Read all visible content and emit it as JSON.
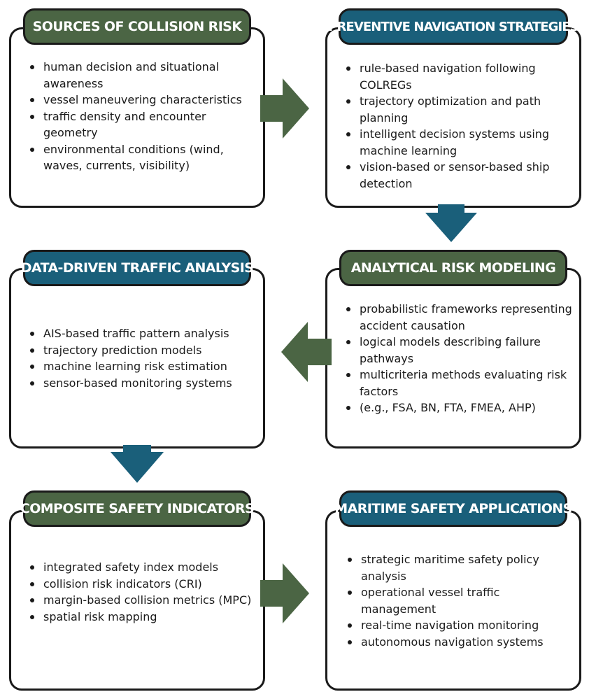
{
  "colors": {
    "green": "#4b6544",
    "blue": "#1a5f7a",
    "border": "#1a1a1a"
  },
  "boxes": [
    {
      "title": "SOURCES OF COLLISION RISK",
      "items": [
        "human decision and situational awareness",
        "vessel maneuvering characteristics",
        "traffic density and encounter geometry",
        "environmental conditions (wind, waves, currents, visibility)"
      ]
    },
    {
      "title": "PREVENTIVE NAVIGATION STRATEGIES",
      "items": [
        "rule-based navigation following COLREGs",
        "trajectory optimization and path planning",
        "intelligent decision systems using machine learning",
        "vision-based or sensor-based ship detection"
      ]
    },
    {
      "title": "ANALYTICAL RISK MODELING",
      "items": [
        "probabilistic frameworks representing accident causation",
        "logical models describing failure pathways",
        "multicriteria methods evaluating risk factors",
        "(e.g., FSA, BN, FTA, FMEA, AHP)"
      ]
    },
    {
      "title": "DATA-DRIVEN TRAFFIC ANALYSIS",
      "items": [
        "AIS-based traffic pattern analysis",
        "trajectory prediction models",
        "machine learning risk estimation",
        "sensor-based monitoring systems"
      ]
    },
    {
      "title": "COMPOSITE SAFETY INDICATORS",
      "items": [
        "integrated safety index models",
        "collision risk indicators (CRI)",
        "margin-based collision metrics (MPC)",
        "spatial risk mapping"
      ]
    },
    {
      "title": "MARITIME SAFETY APPLICATIONS",
      "items": [
        "strategic maritime safety policy analysis",
        "operational vessel traffic management",
        "real-time navigation monitoring",
        "autonomous navigation systems"
      ]
    }
  ]
}
